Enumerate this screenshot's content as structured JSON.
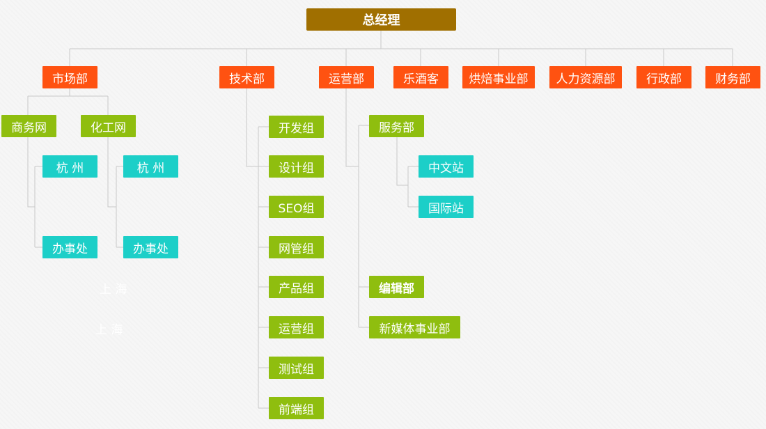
{
  "root": "总经理",
  "departments": {
    "market": "市场部",
    "tech": "技术部",
    "ops": "运营部",
    "lejiuke": "乐酒客",
    "bakery": "烘焙事业部",
    "hr": "人力资源部",
    "admin": "行政部",
    "finance": "财务部"
  },
  "market": {
    "business_net": "商务网",
    "chem_net": "化工网",
    "business_net_children": [
      "杭 州",
      "办事处"
    ],
    "chem_net_children": [
      "杭 州",
      "办事处"
    ],
    "faint_labels": [
      "上 海",
      "上 海"
    ]
  },
  "tech": {
    "teams": [
      "开发组",
      "设计组",
      "SEO组",
      "网管组",
      "产品组",
      "运营组",
      "测试组",
      "前端组"
    ]
  },
  "ops": {
    "service": "服务部",
    "service_children": [
      "中文站",
      "国际站"
    ],
    "editorial": "编辑部",
    "new_media": "新媒体事业部"
  },
  "colors": {
    "root": "#a06f00",
    "department": "#ff5211",
    "team": "#8fbe0f",
    "sub_team": "#1ccfc8",
    "connector": "#c8c8c8"
  }
}
